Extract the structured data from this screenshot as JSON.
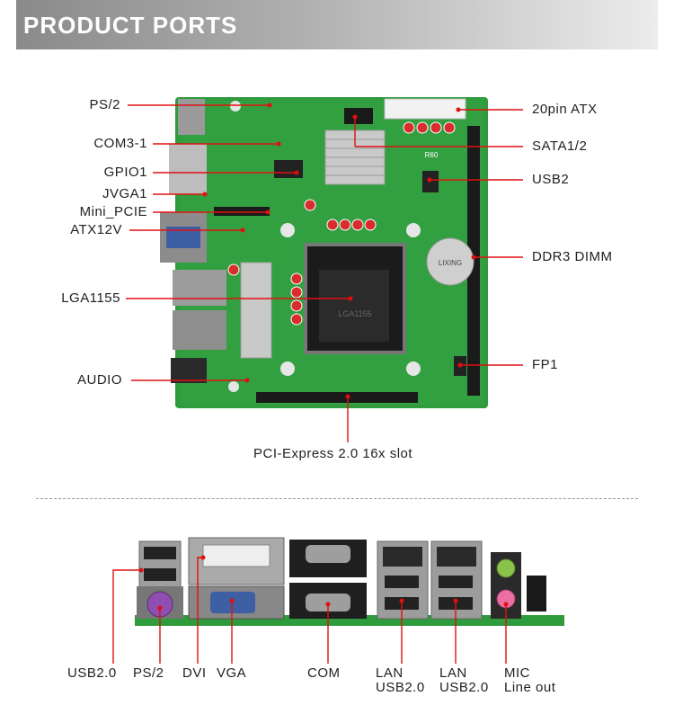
{
  "header": {
    "title": "PRODUCT PORTS"
  },
  "board_labels": {
    "ps2": "PS/2",
    "com3_1": "COM3-1",
    "gpio1": "GPIO1",
    "jvga1": "JVGA1",
    "mini_pcie": "Mini_PCIE",
    "atx12v": "ATX12V",
    "lga1155": "LGA1155",
    "audio": "AUDIO",
    "atx20": "20pin ATX",
    "sata": "SATA1/2",
    "usb2": "USB2",
    "ddr3": "DDR3 DIMM",
    "fp1": "FP1",
    "pcie": "PCI-Express 2.0 16x slot"
  },
  "io_labels": {
    "usb": "USB2.0",
    "ps2": "PS/2",
    "dvi": "DVI",
    "vga": "VGA",
    "com": "COM",
    "lan1_a": "LAN",
    "lan1_b": "USB2.0",
    "lan2_a": "LAN",
    "lan2_b": "USB2.0",
    "mic": "MIC",
    "lineout": "Line out"
  },
  "board_marks": {
    "cpu_label": "LGA1155",
    "chip_label": "R60",
    "battery_label": "LIXING"
  },
  "colors": {
    "pcb": "#2e9b3c",
    "leader": "#e01010"
  }
}
